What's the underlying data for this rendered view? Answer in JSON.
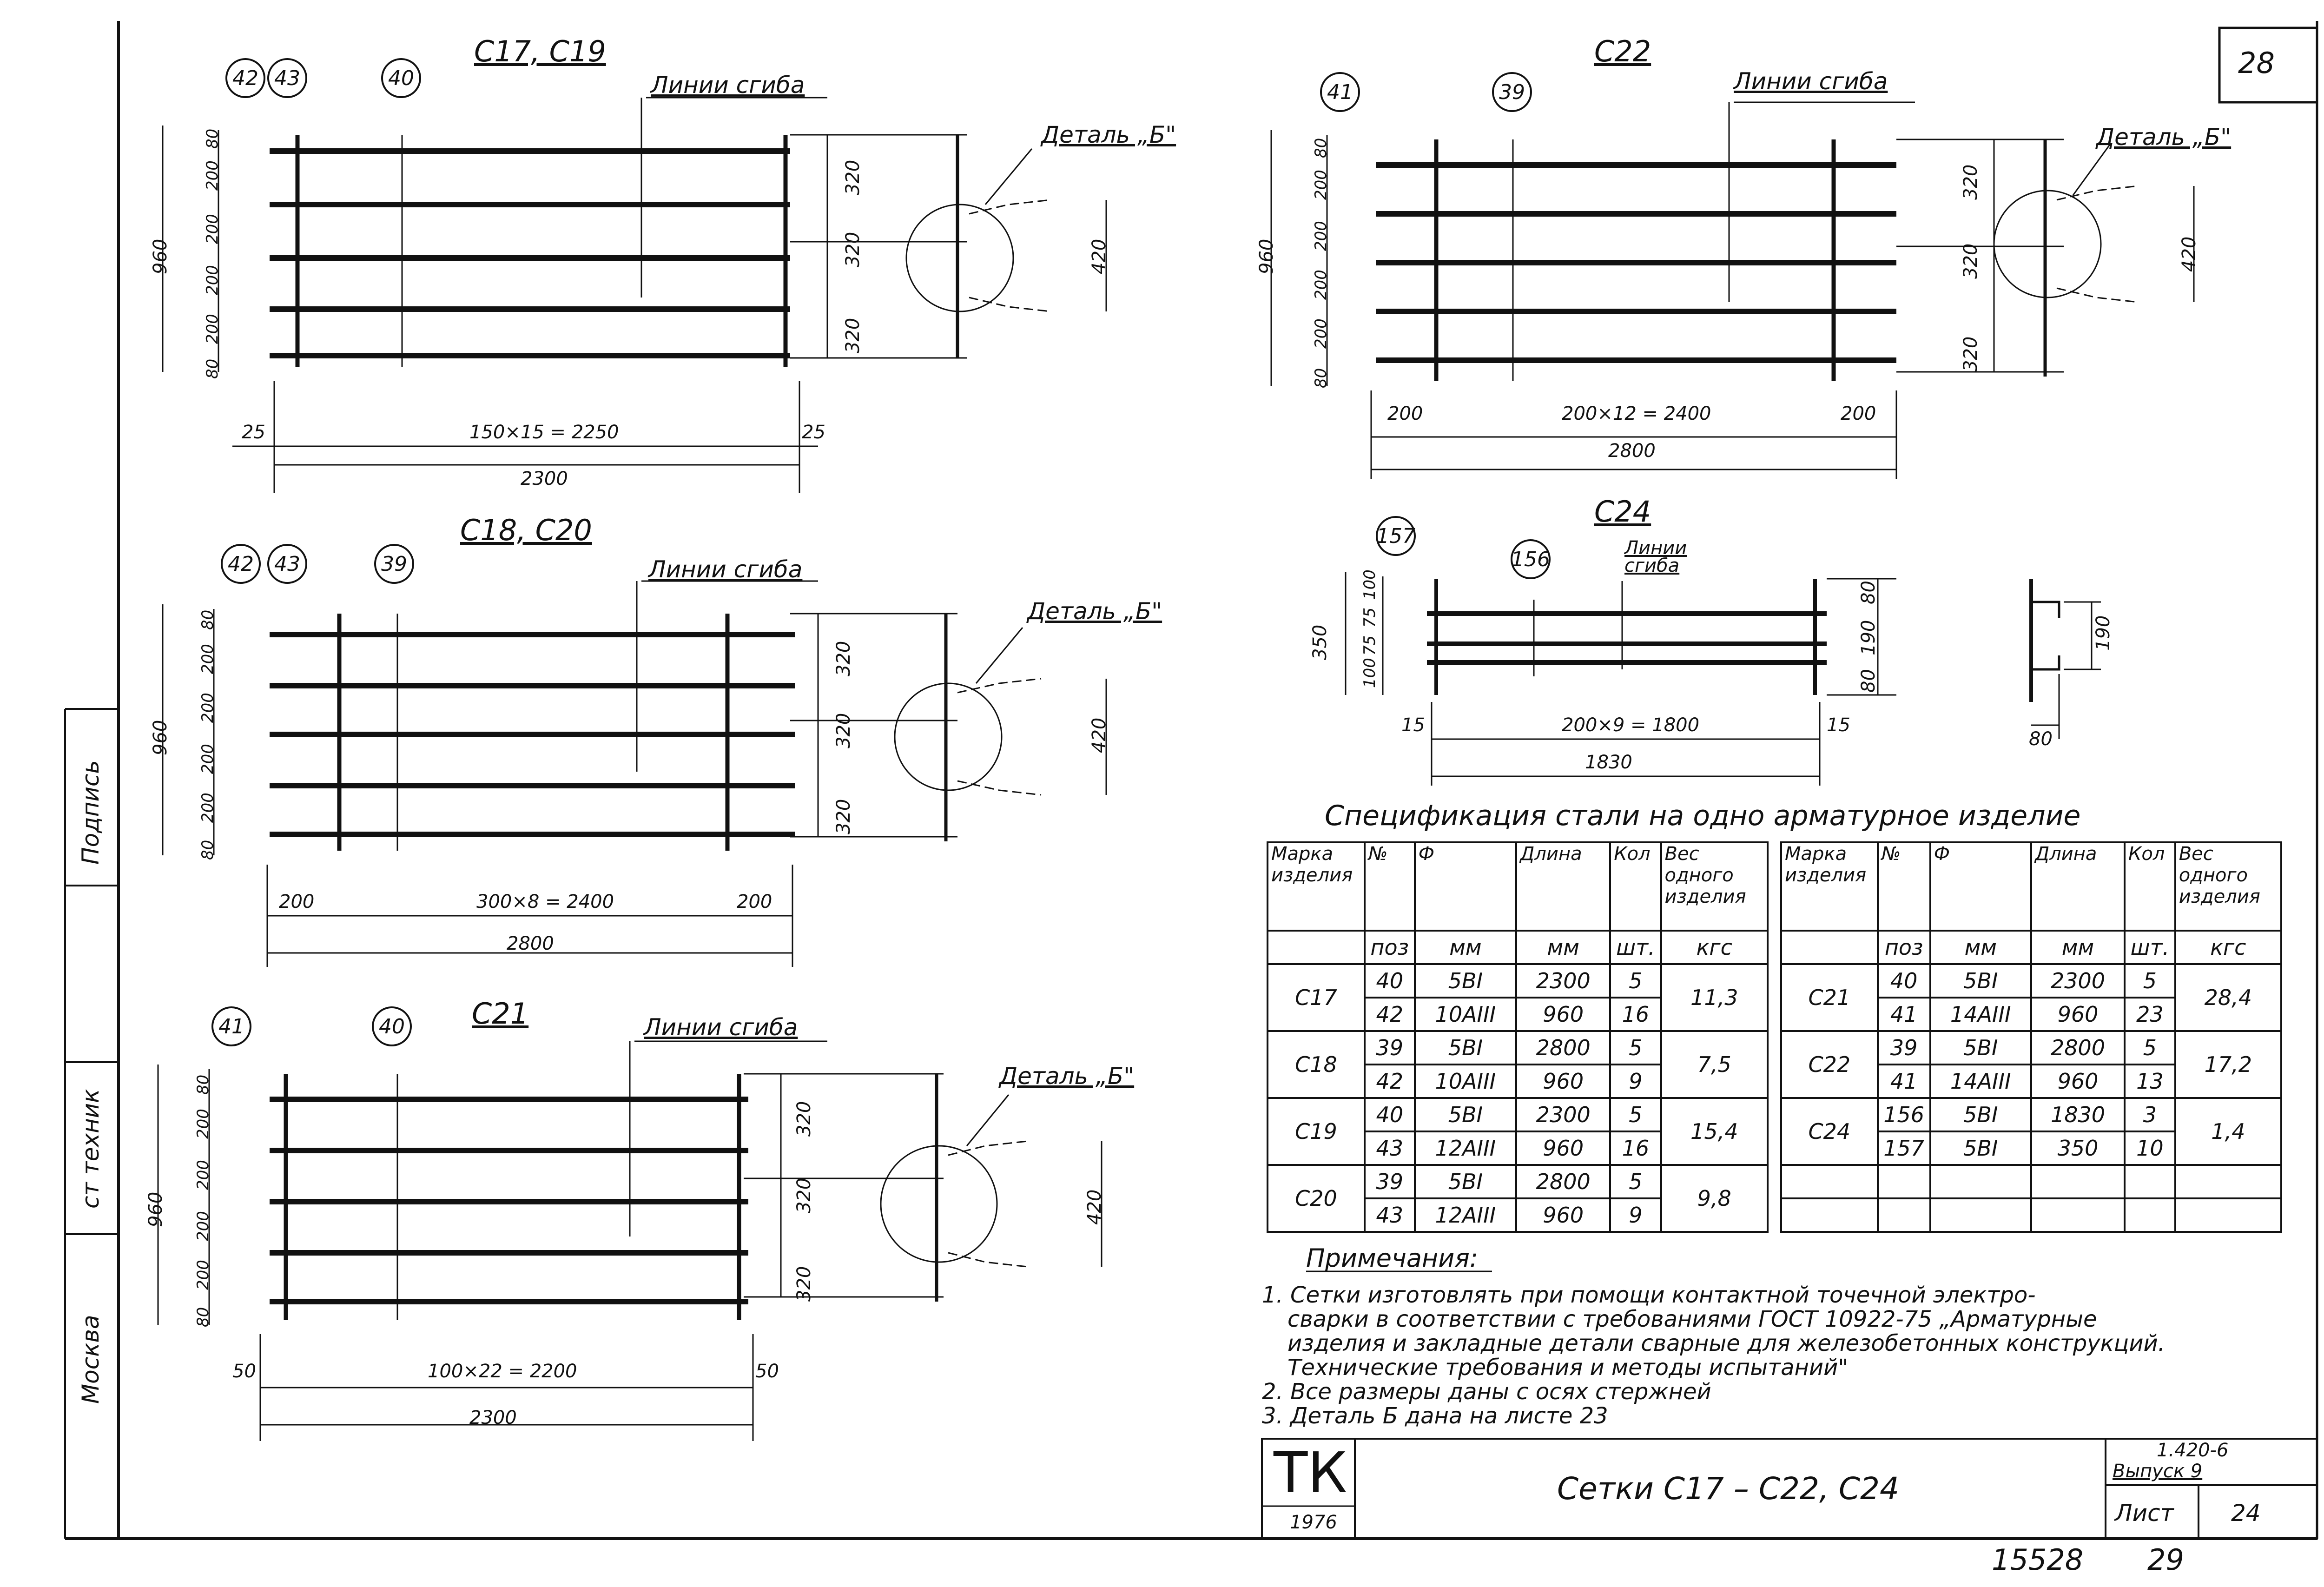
{
  "sheet": {
    "top_number": "28",
    "bottom_left_number": "15528",
    "bottom_right_number": "29",
    "side_labels": [
      "Москва",
      "ст техник",
      "Подпись"
    ]
  },
  "drawings": [
    {
      "id": "c17",
      "title": "С17, С19",
      "bend_label": "Линии сгиба",
      "detail_label": "Деталь „Б\"",
      "callouts": [
        "42",
        "43",
        "40"
      ],
      "overall_height": "960",
      "row_dims": [
        "80",
        "200",
        "200",
        "200",
        "200",
        "80"
      ],
      "right_dims": [
        "320",
        "320",
        "320"
      ],
      "detail_dim": "420",
      "bottom_left": "25",
      "bottom_mid": "150×15 = 2250",
      "bottom_right": "25",
      "total": "2300"
    },
    {
      "id": "c18",
      "title": "С18, С20",
      "bend_label": "Линии сгиба",
      "detail_label": "Деталь „Б\"",
      "callouts": [
        "42",
        "43",
        "39"
      ],
      "overall_height": "960",
      "row_dims": [
        "80",
        "200",
        "200",
        "200",
        "200",
        "80"
      ],
      "right_dims": [
        "320",
        "320",
        "320"
      ],
      "detail_dim": "420",
      "bottom_left": "200",
      "bottom_mid": "300×8 = 2400",
      "bottom_right": "200",
      "total": "2800"
    },
    {
      "id": "c21",
      "title": "С21",
      "bend_label": "Линии сгиба",
      "detail_label": "Деталь „Б\"",
      "callouts": [
        "41",
        "40"
      ],
      "overall_height": "960",
      "row_dims": [
        "80",
        "200",
        "200",
        "200",
        "200",
        "80"
      ],
      "right_dims": [
        "320",
        "320",
        "320"
      ],
      "detail_dim": "420",
      "bottom_left": "50",
      "bottom_mid": "100×22 = 2200",
      "bottom_right": "50",
      "total": "2300"
    },
    {
      "id": "c22",
      "title": "С22",
      "bend_label": "Линии сгиба",
      "detail_label": "Деталь „Б\"",
      "callouts": [
        "41",
        "39"
      ],
      "overall_height": "960",
      "row_dims": [
        "80",
        "200",
        "200",
        "200",
        "200",
        "80"
      ],
      "right_dims": [
        "320",
        "320",
        "320"
      ],
      "detail_dim": "420",
      "bottom_left": "200",
      "bottom_mid": "200×12 = 2400",
      "bottom_right": "200",
      "total": "2800"
    },
    {
      "id": "c24",
      "title": "С24",
      "bend_label": "Линии сгиба",
      "callouts": [
        "157",
        "156"
      ],
      "overall_height": "350",
      "row_dims": [
        "100",
        "75",
        "75",
        "100"
      ],
      "right_dims": [
        "80",
        "190",
        "80"
      ],
      "bottom_left": "15",
      "bottom_mid": "200×9 = 1800",
      "bottom_right": "15",
      "total": "1830",
      "side_detail": {
        "height": "190",
        "width": "80"
      }
    }
  ],
  "spec": {
    "title": "Спецификация стали на одно арматурное изделие",
    "headers": {
      "mark": "Марка изделия",
      "no": "№",
      "no_unit": "поз",
      "dia": "Ф",
      "dia_unit": "мм",
      "len": "Длина",
      "len_unit": "мм",
      "qty": "Кол",
      "qty_unit": "шт.",
      "weight": "Вес одного изделия",
      "weight_unit": "кгс"
    },
    "left": [
      {
        "mark": "С17",
        "weight": "11,3",
        "rows": [
          {
            "pos": "40",
            "dia": "5ВI",
            "len": "2300",
            "qty": "5"
          },
          {
            "pos": "42",
            "dia": "10АIII",
            "len": "960",
            "qty": "16"
          }
        ]
      },
      {
        "mark": "С18",
        "weight": "7,5",
        "rows": [
          {
            "pos": "39",
            "dia": "5ВI",
            "len": "2800",
            "qty": "5"
          },
          {
            "pos": "42",
            "dia": "10АIII",
            "len": "960",
            "qty": "9"
          }
        ]
      },
      {
        "mark": "С19",
        "weight": "15,4",
        "rows": [
          {
            "pos": "40",
            "dia": "5ВI",
            "len": "2300",
            "qty": "5"
          },
          {
            "pos": "43",
            "dia": "12АIII",
            "len": "960",
            "qty": "16"
          }
        ]
      },
      {
        "mark": "С20",
        "weight": "9,8",
        "rows": [
          {
            "pos": "39",
            "dia": "5ВI",
            "len": "2800",
            "qty": "5"
          },
          {
            "pos": "43",
            "dia": "12АIII",
            "len": "960",
            "qty": "9"
          }
        ]
      }
    ],
    "right": [
      {
        "mark": "С21",
        "weight": "28,4",
        "rows": [
          {
            "pos": "40",
            "dia": "5ВI",
            "len": "2300",
            "qty": "5"
          },
          {
            "pos": "41",
            "dia": "14АIII",
            "len": "960",
            "qty": "23"
          }
        ]
      },
      {
        "mark": "С22",
        "weight": "17,2",
        "rows": [
          {
            "pos": "39",
            "dia": "5ВI",
            "len": "2800",
            "qty": "5"
          },
          {
            "pos": "41",
            "dia": "14АIII",
            "len": "960",
            "qty": "13"
          }
        ]
      },
      {
        "mark": "С24",
        "weight": "1,4",
        "rows": [
          {
            "pos": "156",
            "dia": "5ВI",
            "len": "1830",
            "qty": "3"
          },
          {
            "pos": "157",
            "dia": "5ВI",
            "len": "350",
            "qty": "10"
          }
        ]
      }
    ]
  },
  "notes": {
    "heading": "Примечания:",
    "lines": [
      "1. Сетки изготовлять при помощи контактной точечной электро-",
      "сварки в соответствии с требованиями ГОСТ 10922-75 „Арматурные",
      "изделия и закладные детали сварные для железобетонных конструкций.",
      "Технические требования и методы испытаний\"",
      "2. Все размеры даны с осях стержней",
      "3. Деталь Б дана на листе 23"
    ]
  },
  "title_block": {
    "org": "ТК",
    "year": "1976",
    "title": "Сетки С17 – С22, С24",
    "doc_code": "1.420-6",
    "issue": "Выпуск 9",
    "sheet_label": "Лист",
    "sheet_no": "24"
  }
}
